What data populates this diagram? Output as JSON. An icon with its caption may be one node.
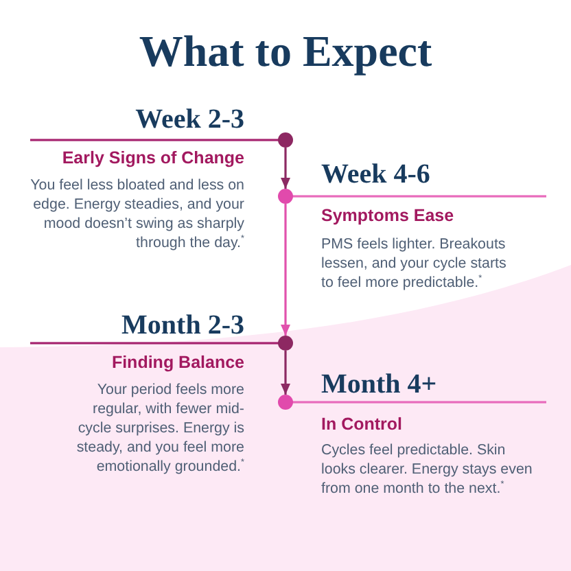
{
  "diagram": {
    "title": "What to Expect",
    "nodes": [
      {
        "text": [],
        "shape": "circle",
        "beside": [
          "Week 2-3",
          "Early Signs of Change",
          "You feel less bloated and less on edge. Energy steadies, and your mood doesn’t swing as sharply through the day.$^{*}$"
        ]
      },
      {
        "text": [],
        "shape": "circle",
        "beside": [
          "Week 4-6",
          "Symptoms Ease",
          "PMS feels lighter. Breakouts lessen, and your cycle starts to feel more predictable.$^{*}$"
        ]
      },
      {
        "text": [],
        "shape": "circle",
        "beside": [
          "Month 2-3",
          "Finding Balance",
          "Your period feels more regular, with fewer mid-cycle surprises. Energy is steady, and you feel more emotionally grounded.$^{*}$"
        ]
      },
      {
        "text": [],
        "shape": "circle",
        "beside": [
          "Month 4+",
          "In Control",
          "Cycles feel predictable. Skin looks clearer. Energy stays even from one month to the next.$^{*}$"
        ]
      }
    ],
    "edges": [
      {
        "from": 0,
        "to": 1,
        "arrow": "to"
      },
      {
        "from": 1,
        "to": 2,
        "arrow": "to",
        "color": "#e152ad"
      },
      {
        "from": 2,
        "to": 3,
        "arrow": "to"
      }
    ]
  }
}
